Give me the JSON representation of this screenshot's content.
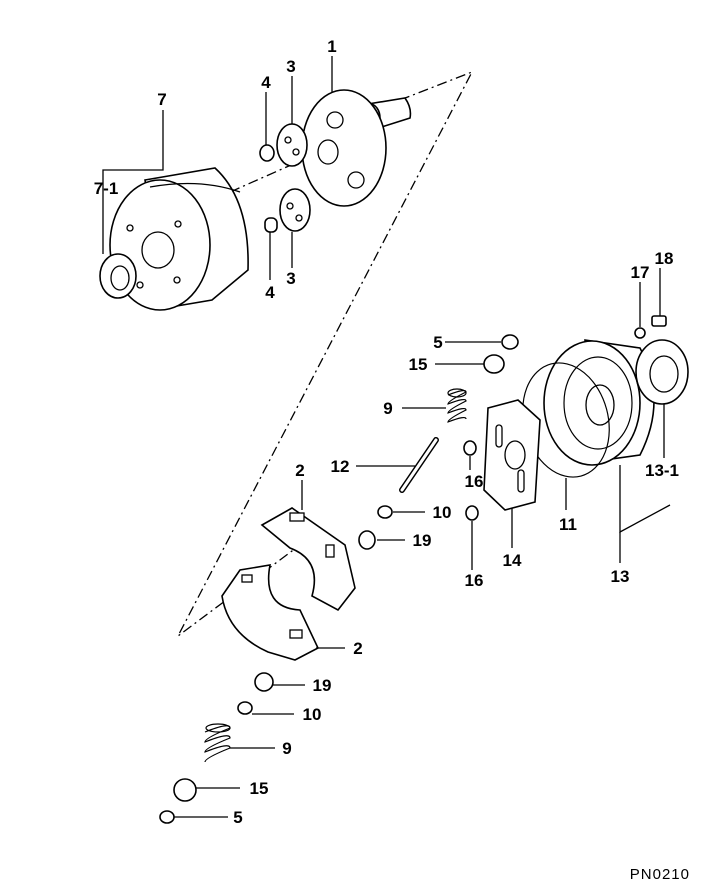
{
  "drawing_id": "PN0210",
  "callouts": {
    "c1": "1",
    "c2a": "2",
    "c2b": "2",
    "c3a": "3",
    "c3b": "3",
    "c4a": "4",
    "c4b": "4",
    "c5a": "5",
    "c5b": "5",
    "c7": "7",
    "c7_1": "7-1",
    "c9a": "9",
    "c9b": "9",
    "c10a": "10",
    "c10b": "10",
    "c11": "11",
    "c12": "12",
    "c13": "13",
    "c13_1": "13-1",
    "c14": "14",
    "c15a": "15",
    "c15b": "15",
    "c16a": "16",
    "c16b": "16",
    "c17": "17",
    "c18": "18",
    "c19a": "19",
    "c19b": "19"
  }
}
